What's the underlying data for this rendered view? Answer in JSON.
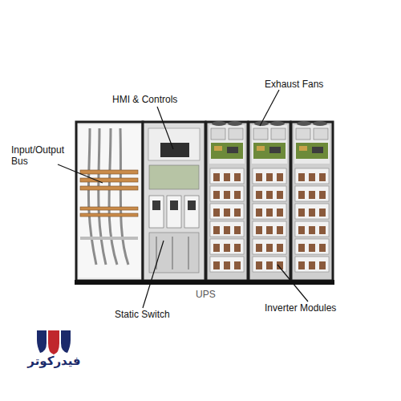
{
  "diagram": {
    "labels": [
      "Input/Output Bus",
      "HMI & Controls",
      "Exhaust Fans",
      "Static Switch",
      "Inverter Modules",
      "UPS",
      "فیدرکوتر"
    ]
  }
}
